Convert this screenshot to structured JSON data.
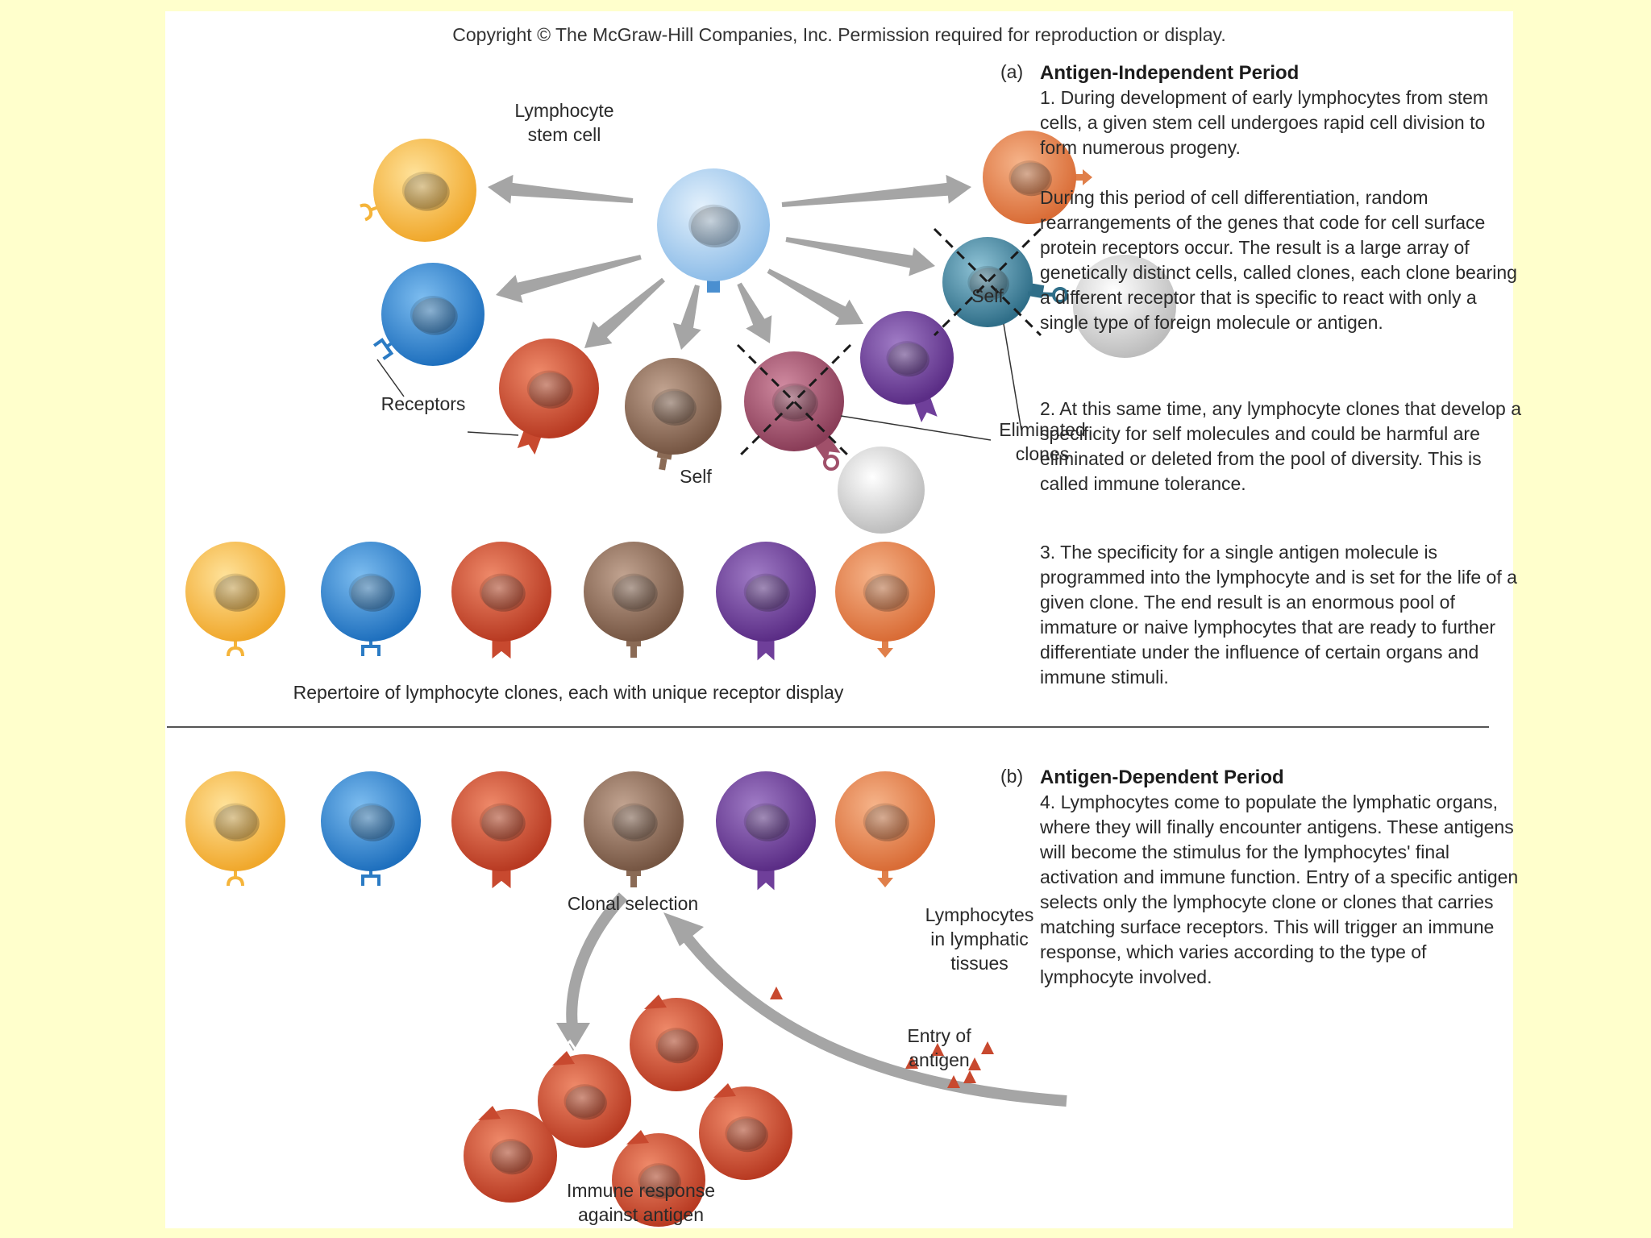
{
  "copyright": "Copyright © The McGraw-Hill Companies, Inc. Permission required for reproduction or display.",
  "labels": {
    "stem_cell": "Lymphocyte\nstem cell",
    "receptors": "Receptors",
    "self_1": "Self",
    "self_2": "Self",
    "eliminated": "Eliminated\nclones",
    "repertoire": "Repertoire of lymphocyte clones, each with unique receptor display",
    "clonal_selection": "Clonal selection",
    "lymph_tissues": "Lymphocytes\nin lymphatic\ntissues",
    "entry_antigen": "Entry of\nantigen",
    "immune_response": "Immune response\nagainst antigen"
  },
  "section_a": {
    "letter": "(a)",
    "title": "Antigen-Independent Period",
    "p1": "1. During development of early lymphocytes from stem cells, a given stem cell undergoes rapid cell division to form numerous progeny.",
    "p1b": "During this period of cell differentiation, random rearrangements of the genes that code for cell surface protein receptors occur. The result is a large array of genetically distinct cells, called clones, each clone bearing a different receptor that is specific to react with only a single type of foreign molecule or antigen.",
    "p2": "2. At this same time, any lymphocyte clones that develop a specificity for self molecules and could be harmful are eliminated or deleted from the pool of diversity. This is called immune tolerance.",
    "p3": "3. The specificity for a single antigen molecule is programmed into the lymphocyte and is set for the life of a given clone. The end result is an enormous pool of immature or naive lymphocytes that are ready to further differentiate under the influence of certain organs and immune stimuli."
  },
  "section_b": {
    "letter": "(b)",
    "title": "Antigen-Dependent Period",
    "p4": "4. Lymphocytes come to populate the lymphatic organs, where they will finally encounter antigens. These antigens will become the stimulus for the lymphocytes' final activation and immune function. Entry of a specific antigen selects only the lymphocyte clone or clones that carries matching surface receptors. This will trigger an immune response, which varies according to the type of lymphocyte involved."
  },
  "colors": {
    "page_bg": "#ffffcc",
    "yellow": "#f5b43a",
    "blue": "#2f86cf",
    "red": "#c8492f",
    "brown": "#8a6a55",
    "purple": "#6f3f9a",
    "orange": "#e07f4a",
    "stem": "#a9cdee",
    "teal": "#3d7f98",
    "mauve": "#a0506a",
    "self": "#c9c9c9",
    "arrow": "#a5a5a5"
  }
}
